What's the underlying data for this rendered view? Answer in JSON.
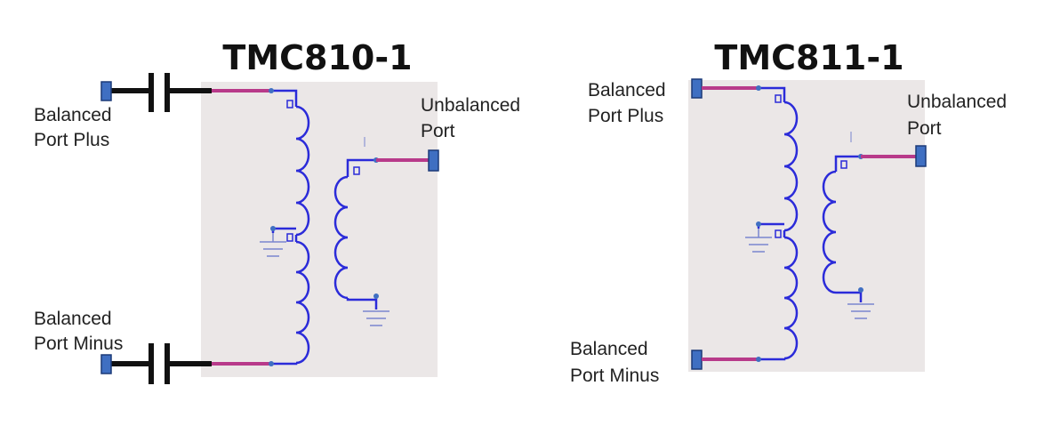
{
  "colors": {
    "box": "#ebe7e7",
    "wire": "#2b2bd9",
    "port_line": "#b83a8a",
    "port_fill": "#3f6fc2",
    "port_stroke": "#1c3a78",
    "capacitor": "#111111",
    "ground": "#7a86cf"
  },
  "left": {
    "title": "TMC810-1",
    "plus_label": [
      "Balanced",
      "Port Plus"
    ],
    "minus_label": [
      "Balanced",
      "Port Minus"
    ],
    "unbalanced_label": [
      "Unbalanced",
      "Port"
    ]
  },
  "right": {
    "title": "TMC811-1",
    "plus_label": [
      "Balanced",
      "Port Plus"
    ],
    "minus_label": [
      "Balanced",
      "Port Minus"
    ],
    "unbalanced_label": [
      "Unbalanced",
      "Port"
    ]
  }
}
